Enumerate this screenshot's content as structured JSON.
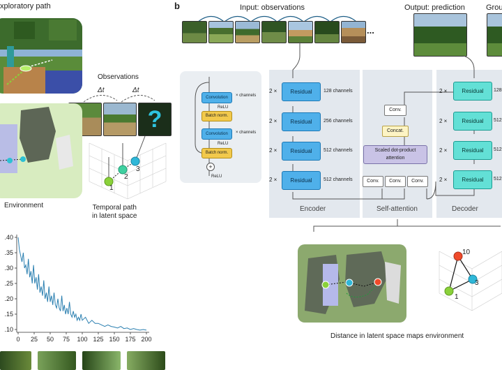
{
  "panel_a": {
    "exploratory_path": "xploratory path",
    "observations": "Observations",
    "delta_t": "Δt",
    "question": "?",
    "environment": "Environment",
    "temporal_path": "Temporal path\nin latent space",
    "points": [
      "1",
      "2",
      "3"
    ]
  },
  "panel_b": {
    "label": "b",
    "input_title": "Input: observations",
    "ellipsis": "...",
    "output_title": "Output: prediction",
    "ground_title": "Grou",
    "sections": {
      "encoder": "Encoder",
      "self_attention": "Self-attention",
      "decoder": "Decoder"
    },
    "residual_block": {
      "conv": "Convolution",
      "relu": "ReLU",
      "batch_norm": "Batch norm.",
      "channels": "× channels",
      "plus": "+"
    },
    "encoder_rows": [
      {
        "mult": "2 ×",
        "label": "Residual",
        "channels": "128 channels"
      },
      {
        "mult": "2 ×",
        "label": "Residual",
        "channels": "256 channels"
      },
      {
        "mult": "2 ×",
        "label": "Residual",
        "channels": "512 channels"
      },
      {
        "mult": "2 ×",
        "label": "Residual",
        "channels": "512 channels"
      }
    ],
    "attention": {
      "conv_top": "Conv.",
      "concat": "Concat.",
      "scaled": "Scaled dot-product\nattention",
      "convs": [
        "Conv.",
        "Conv.",
        "Conv."
      ]
    },
    "decoder_rows": [
      {
        "mult": "2 ×",
        "label": "Residual",
        "channels": "128"
      },
      {
        "mult": "2 ×",
        "label": "Residual",
        "channels": "512"
      },
      {
        "mult": "2 ×",
        "label": "Residual",
        "channels": "512"
      },
      {
        "mult": "2 ×",
        "label": "Residual",
        "channels": "512"
      }
    ],
    "map_points": [
      "1",
      "3",
      "10"
    ],
    "caption": "Distance in latent space maps environment"
  },
  "chart_data": {
    "type": "line",
    "title": "",
    "xlabel": "",
    "ylabel": "",
    "xlim": [
      0,
      200
    ],
    "ylim": [
      0.1,
      0.4
    ],
    "x_ticks": [
      "0",
      "25",
      "50",
      "75",
      "100",
      "125",
      "150",
      "175",
      "200"
    ],
    "y_ticks": [
      ".40",
      ".35",
      ".30",
      ".25",
      ".20",
      ".15",
      ".10"
    ],
    "color": "#2a7fb0",
    "series": [
      {
        "x": [
          0,
          2,
          4,
          6,
          8,
          10,
          12,
          14,
          16,
          18,
          20,
          22,
          24,
          26,
          28,
          30,
          32,
          34,
          36,
          38,
          40,
          42,
          44,
          46,
          48,
          50,
          52,
          54,
          56,
          58,
          60,
          62,
          64,
          66,
          68,
          70,
          72,
          74,
          76,
          78,
          80,
          82,
          84,
          86,
          88,
          90,
          92,
          94,
          96,
          98,
          100,
          105,
          110,
          115,
          120,
          125,
          130,
          135,
          140,
          145,
          150,
          155,
          160,
          165,
          170,
          175,
          180,
          185,
          190,
          195,
          200
        ],
        "values": [
          0.4,
          0.36,
          0.34,
          0.32,
          0.35,
          0.3,
          0.31,
          0.28,
          0.33,
          0.27,
          0.29,
          0.25,
          0.31,
          0.25,
          0.27,
          0.23,
          0.28,
          0.22,
          0.24,
          0.21,
          0.26,
          0.2,
          0.22,
          0.19,
          0.24,
          0.19,
          0.21,
          0.18,
          0.22,
          0.18,
          0.17,
          0.2,
          0.17,
          0.16,
          0.21,
          0.16,
          0.18,
          0.15,
          0.17,
          0.15,
          0.19,
          0.15,
          0.14,
          0.16,
          0.14,
          0.15,
          0.13,
          0.14,
          0.13,
          0.15,
          0.13,
          0.14,
          0.12,
          0.13,
          0.12,
          0.12,
          0.115,
          0.11,
          0.115,
          0.11,
          0.108,
          0.105,
          0.11,
          0.103,
          0.105,
          0.1,
          0.103,
          0.1,
          0.098,
          0.1,
          0.098
        ]
      }
    ]
  }
}
